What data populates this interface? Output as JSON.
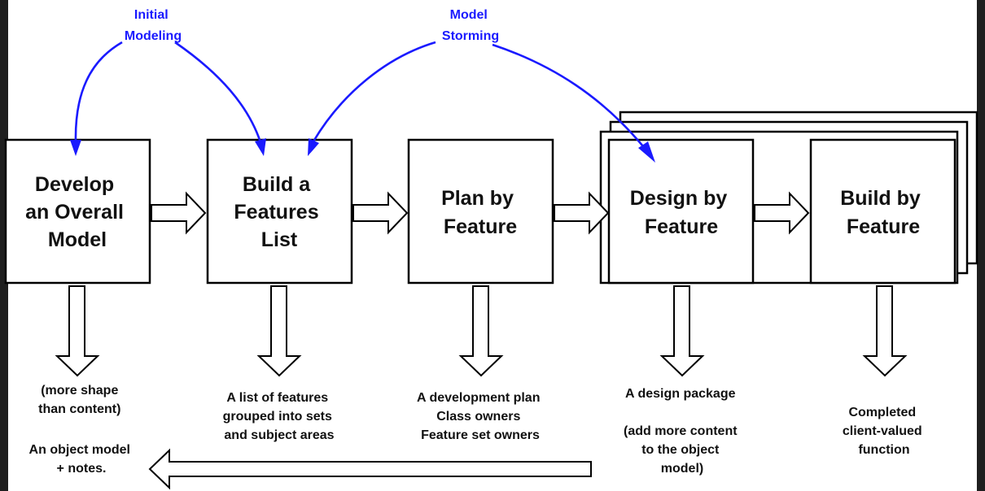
{
  "colors": {
    "background": "#ffffff",
    "outer_border": "#1f1f1f",
    "annotation_blue": "#1a1aff",
    "stroke": "#000000"
  },
  "annotations": {
    "initial_modeling": [
      "Initial",
      "Modeling"
    ],
    "model_storming": [
      "Model",
      "Storming"
    ]
  },
  "steps": [
    {
      "id": "develop",
      "lines": [
        "Develop",
        "an Overall",
        "Model"
      ]
    },
    {
      "id": "build-list",
      "lines": [
        "Build a",
        "Features",
        "List"
      ]
    },
    {
      "id": "plan",
      "lines": [
        "Plan by",
        "Feature"
      ]
    },
    {
      "id": "design",
      "lines": [
        "Design by",
        "Feature"
      ]
    },
    {
      "id": "build",
      "lines": [
        "Build by",
        "Feature"
      ]
    }
  ],
  "outputs": [
    {
      "id": "develop",
      "lines": [
        "(more shape",
        "than content)",
        "",
        "An object model",
        "+ notes."
      ]
    },
    {
      "id": "build-list",
      "lines": [
        "A list of features",
        "grouped into sets",
        "and subject areas"
      ]
    },
    {
      "id": "plan",
      "lines": [
        "A development plan",
        "Class owners",
        "Feature set owners"
      ]
    },
    {
      "id": "design",
      "lines": [
        "A design package",
        "",
        "(add more content",
        "to the object",
        "model)"
      ]
    },
    {
      "id": "build",
      "lines": [
        "Completed",
        "client-valued",
        "function"
      ]
    }
  ]
}
